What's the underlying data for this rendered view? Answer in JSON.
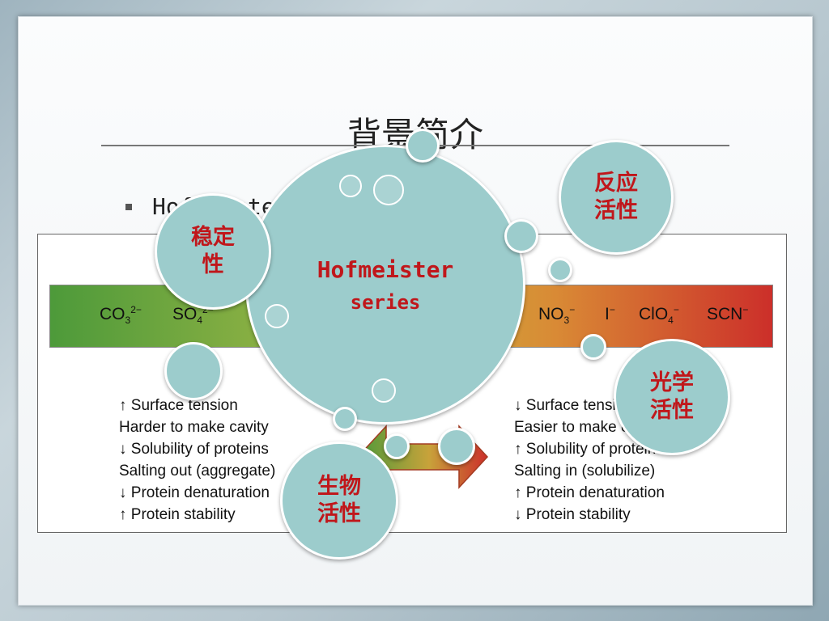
{
  "slide": {
    "title": "背景简介",
    "bullet_text": "Hofmeister"
  },
  "figure": {
    "ions_left": [
      "CO3 2−",
      "SO4 2−"
    ],
    "ions_right": [
      "NO3 −",
      "I −",
      "ClO4 −",
      "SCN −"
    ],
    "left_properties": [
      "↑ Surface tension",
      "Harder to make cavity",
      "↓ Solubility of proteins",
      "Salting out (aggregate)",
      "↓ Protein denaturation",
      "↑ Protein stability"
    ],
    "right_properties": [
      "↓ Surface tension",
      "Easier to make cavity",
      "↑ Solubility of proteins",
      "Salting in (solubilize)",
      "↑ Protein denaturation",
      "↓ Protein stability"
    ]
  },
  "bubbles": {
    "center_name": "Hofmeister",
    "center_sub": "series",
    "stability": "稳定\n性",
    "reactivity": "反应\n活性",
    "optical": "光学\n活性",
    "biological": "生物\n活性"
  },
  "colors": {
    "bubble_fill": "#9ccccc",
    "label_red": "#c0171b",
    "bar_green": "#4d9a3a",
    "bar_red": "#cc2f2a"
  }
}
